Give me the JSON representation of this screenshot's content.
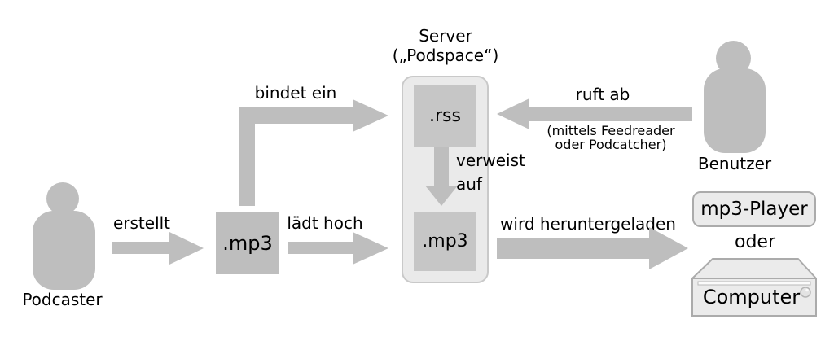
{
  "diagram": {
    "colors": {
      "shape_gray": "#bebebe",
      "server_fill": "#eaeaea",
      "server_border": "#c9c9c9",
      "inner_box": "#c6c6c6",
      "device_fill": "#ebebeb",
      "device_border": "#ababab",
      "text": "#000000",
      "background": "#ffffff"
    },
    "podcaster": {
      "label": "Podcaster"
    },
    "benutzer": {
      "label": "Benutzer"
    },
    "mp3_file": {
      "label": ".mp3"
    },
    "server": {
      "title_line1": "Server",
      "title_line2": "(„Podspace“)",
      "rss_box": ".rss",
      "mp3_box": ".mp3"
    },
    "devices": {
      "mp3_player": "mp3-Player",
      "oder": "oder",
      "computer": "Computer"
    },
    "edges": {
      "erstellt": "erstellt",
      "laedt_hoch": "lädt hoch",
      "bindet_ein": "bindet ein",
      "verweist_line1": "verweist",
      "verweist_line2": "auf",
      "ruft_ab": "ruft ab",
      "ruft_ab_note_line1": "(mittels Feedreader",
      "ruft_ab_note_line2": "oder Podcatcher)",
      "wird_heruntergeladen": "wird heruntergeladen"
    }
  }
}
